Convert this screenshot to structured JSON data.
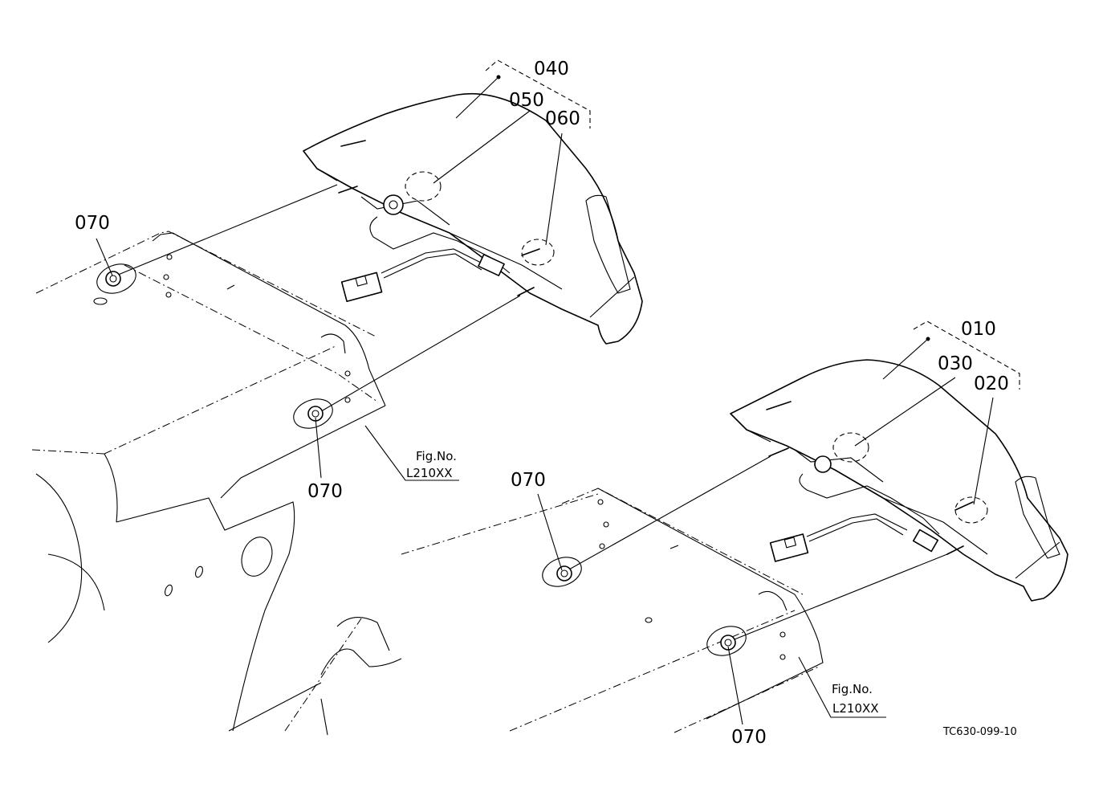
{
  "callouts": {
    "upper_group": "040",
    "upper_part_a": "050",
    "upper_part_b": "060",
    "lower_group": "010",
    "lower_part_a": "030",
    "lower_part_b": "020",
    "nut_upper_left": "070",
    "nut_upper_mid": "070",
    "nut_lower_left": "070",
    "nut_lower_right": "070"
  },
  "fig_refs": {
    "upper": {
      "label": "Fig.No.",
      "number": "L210XX"
    },
    "lower": {
      "label": "Fig.No.",
      "number": "L210XX"
    }
  },
  "drawing_code": "TC630-099-10"
}
